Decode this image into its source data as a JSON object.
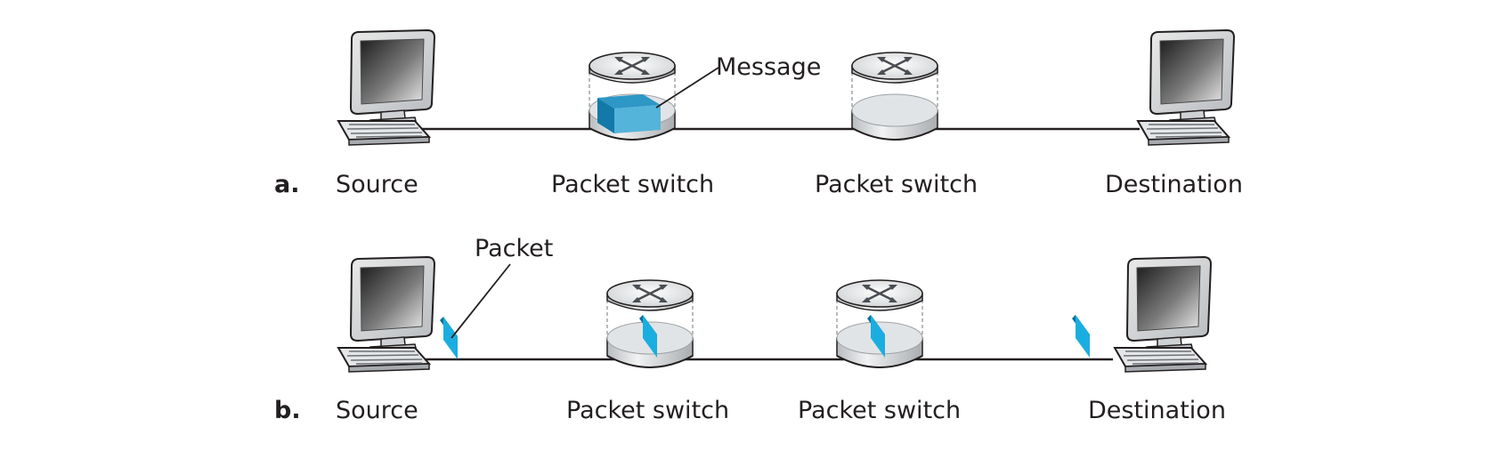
{
  "diagram": {
    "row_a": {
      "letter": "a.",
      "callout": "Message",
      "labels": {
        "source": "Source",
        "switch_1": "Packet switch",
        "switch_2": "Packet switch",
        "destination": "Destination"
      }
    },
    "row_b": {
      "letter": "b.",
      "callout": "Packet",
      "labels": {
        "source": "Source",
        "switch_1": "Packet switch",
        "switch_2": "Packet switch",
        "destination": "Destination"
      }
    },
    "colors": {
      "packet_front": "#1aaee0",
      "packet_side": "#0d6f98",
      "message_front": "#55b4da",
      "message_top": "#2d97c6",
      "message_side": "#1279a8",
      "switch_base": "#e1e4e6",
      "link": "#231f20"
    }
  }
}
